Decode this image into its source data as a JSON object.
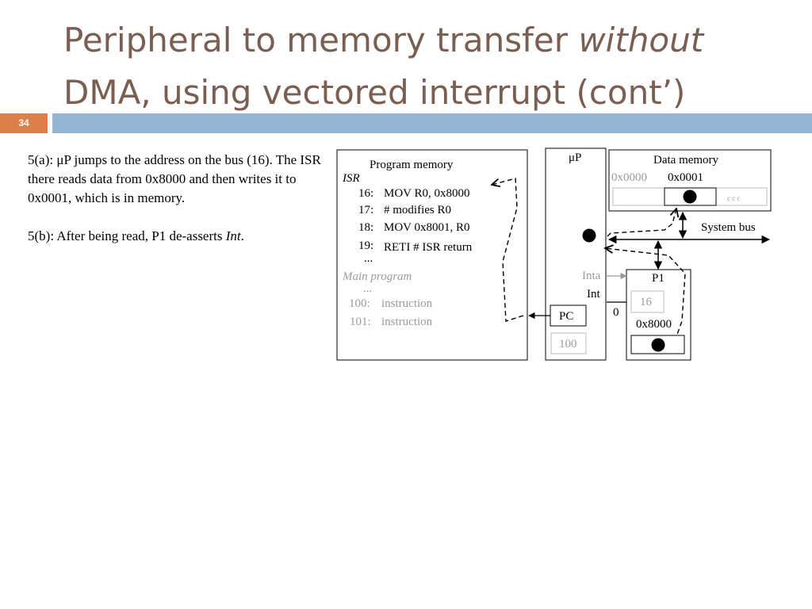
{
  "title": {
    "line1_normal": "Peripheral to memory transfer ",
    "line1_italic": "without",
    "line2": "DMA, using vectored interrupt (cont’)"
  },
  "page_number": "34",
  "body": {
    "para1": "5(a): μP jumps to the address on the bus (16). The ISR there reads data from 0x8000 and then writes it to 0x0001, which is in memory.",
    "para2_prefix": "5(b): After being read, P1 de-asserts ",
    "para2_italic": "Int",
    "para2_suffix": "."
  },
  "diagram": {
    "program_memory": {
      "title": "Program memory",
      "isr_label": "ISR",
      "isr_lines": [
        {
          "num": "16:",
          "code": "MOV R0, 0x8000"
        },
        {
          "num": "17:",
          "code": "# modifies R0"
        },
        {
          "num": "18:",
          "code": "MOV 0x8001, R0"
        },
        {
          "num": "19:",
          "code": "RETI  # ISR return"
        }
      ],
      "ellipsis": "...",
      "main_label": "Main program",
      "main_ellipsis": "...",
      "main_lines": [
        {
          "num": "100:",
          "code": "instruction"
        },
        {
          "num": "101:",
          "code": "instruction"
        }
      ]
    },
    "up": {
      "label": "μP",
      "pc_label": "PC",
      "pc_value": "100",
      "inta_label": "Inta",
      "int_label": "Int"
    },
    "data_memory": {
      "title": "Data memory",
      "addr0": "0x0000",
      "addr1": "0x0001",
      "dots": "c  c  c"
    },
    "system_bus_label": "System bus",
    "p1": {
      "label": "P1",
      "value": "16",
      "addr": "0x8000",
      "int_signal_value": "0"
    }
  }
}
